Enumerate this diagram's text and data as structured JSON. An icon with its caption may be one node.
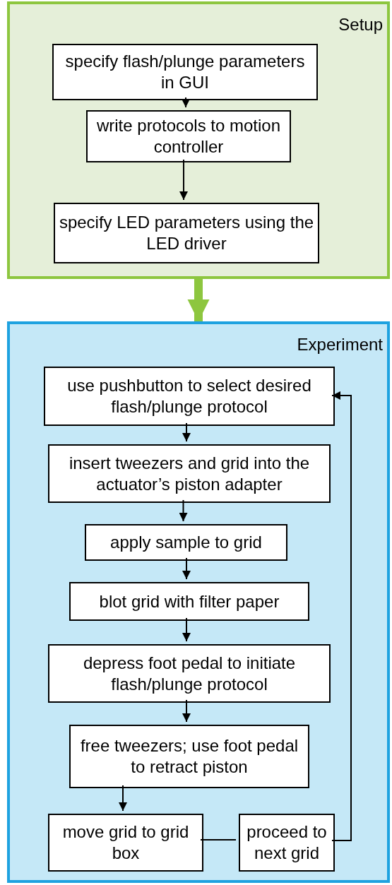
{
  "diagram": {
    "nodes": [
      {
        "text": [
          "Setup"
        ]
      },
      {
        "text": [
          "specify flash/plunge parameters in GUI"
        ],
        "in": 0
      },
      {
        "text": [
          "write protocols to motion controller"
        ],
        "in": 0
      },
      {
        "text": [
          "specify LED parameters using the LED driver"
        ],
        "in": 0
      },
      {
        "text": [
          "Experiment"
        ]
      },
      {
        "text": [
          "use pushbutton to select desired flash/plunge protocol"
        ],
        "in": 4
      },
      {
        "text": [
          "insert tweezers and grid into the actuator’s piston adapter"
        ],
        "in": 4
      },
      {
        "text": [
          "apply sample to grid"
        ],
        "in": 4
      },
      {
        "text": [
          "blot grid with filter paper"
        ],
        "in": 4
      },
      {
        "text": [
          "depress foot pedal to initiate flash/plunge protocol"
        ],
        "in": 4
      },
      {
        "text": [
          "free tweezers; use foot pedal to retract piston"
        ],
        "in": 4
      },
      {
        "text": [
          "move grid to grid box"
        ],
        "in": 4
      },
      {
        "text": [
          "proceed to next grid"
        ],
        "in": 4
      }
    ],
    "edges": [
      {
        "from": 1,
        "to": 2,
        "arrow": "to"
      },
      {
        "from": 2,
        "to": 3,
        "arrow": "to"
      },
      {
        "from": 0,
        "to": 4,
        "arrow": "to",
        "style": "thick",
        "color": "#8dc63f"
      },
      {
        "from": 5,
        "to": 6,
        "arrow": "to"
      },
      {
        "from": 6,
        "to": 7,
        "arrow": "to"
      },
      {
        "from": 7,
        "to": 8,
        "arrow": "to"
      },
      {
        "from": 8,
        "to": 9,
        "arrow": "to"
      },
      {
        "from": 9,
        "to": 10,
        "arrow": "to"
      },
      {
        "from": 10,
        "to": 11,
        "arrow": "to"
      },
      {
        "from": 11,
        "to": 12,
        "arrow": "none"
      },
      {
        "from": 12,
        "to": 5,
        "arrow": "to"
      }
    ]
  }
}
